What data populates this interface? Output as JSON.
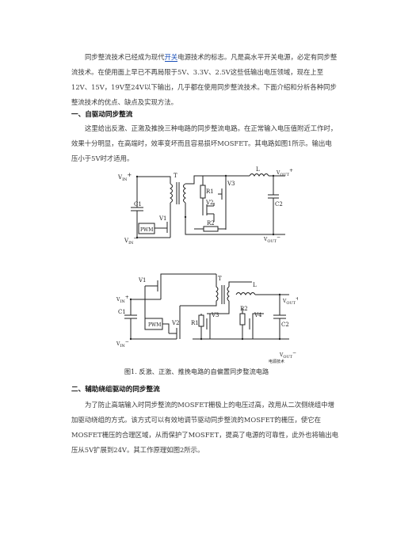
{
  "intro": {
    "before": "同步整流技术已经成为现代",
    "link": "开关",
    "after": "电源技术的标志。凡是高水平开关电源，必定有同步整流技术。在使用面上早已不再局限于5V、3.3V、2.5V这些低输出电压领域，现在上至12V、15V，19V至24V以下输出，几乎都在使用同步整流技术。下面介绍和分析各种同步整流技术的优点、缺点及实现方法。"
  },
  "section1": {
    "heading": "一、自驱动同步整流",
    "body": "这里给出反激、正激及推挽三种电路的同步整流电路。在正常输入电压值附近工作时，效果十分明显，在高端时，效率变坏而且容易损坏MOSFET。其电路如图1所示。输出电压小于5V时才适用。"
  },
  "figure1_top": {
    "vin_plus": "V",
    "vin_plus_sub": "IN",
    "vin_minus_sub": "IN",
    "vout_plus_sub": "OUT",
    "vout_minus_sub": "OUT",
    "t": "T",
    "l": "L",
    "c1": "C1",
    "c2": "C2",
    "r1": "R1",
    "r2": "R2",
    "v1": "V1",
    "v2": "V2",
    "v3": "V3",
    "pwm": "PWM"
  },
  "figure1_bottom": {
    "v1": "V1",
    "v2": "V2",
    "v3": "V3",
    "v4": "V4",
    "t": "T",
    "l": "L",
    "c1": "C1",
    "c2": "C2",
    "r1": "R1",
    "r2": "R2",
    "pwm": "PWM",
    "watermark": "电源技术"
  },
  "caption1": "图1. 反激、正激、推挽电路的自偏置同步整流电路",
  "section2": {
    "heading": "二、辅助绕组驱动的同步整流",
    "body": "为了防止高端输入时同步整流的MOSFET栅极上的电压过高，改用从二次侧绕组中增加驱动绕组的方式。该方式可以有效地调节驱动同步整流的MOSFET的栅压，使它在MOSFET栅压的合理区域，从而保护了MOSFET，提高了电源的可靠性，此外也将输出电压从5V扩展到24V。其工作原理如图2所示。"
  }
}
